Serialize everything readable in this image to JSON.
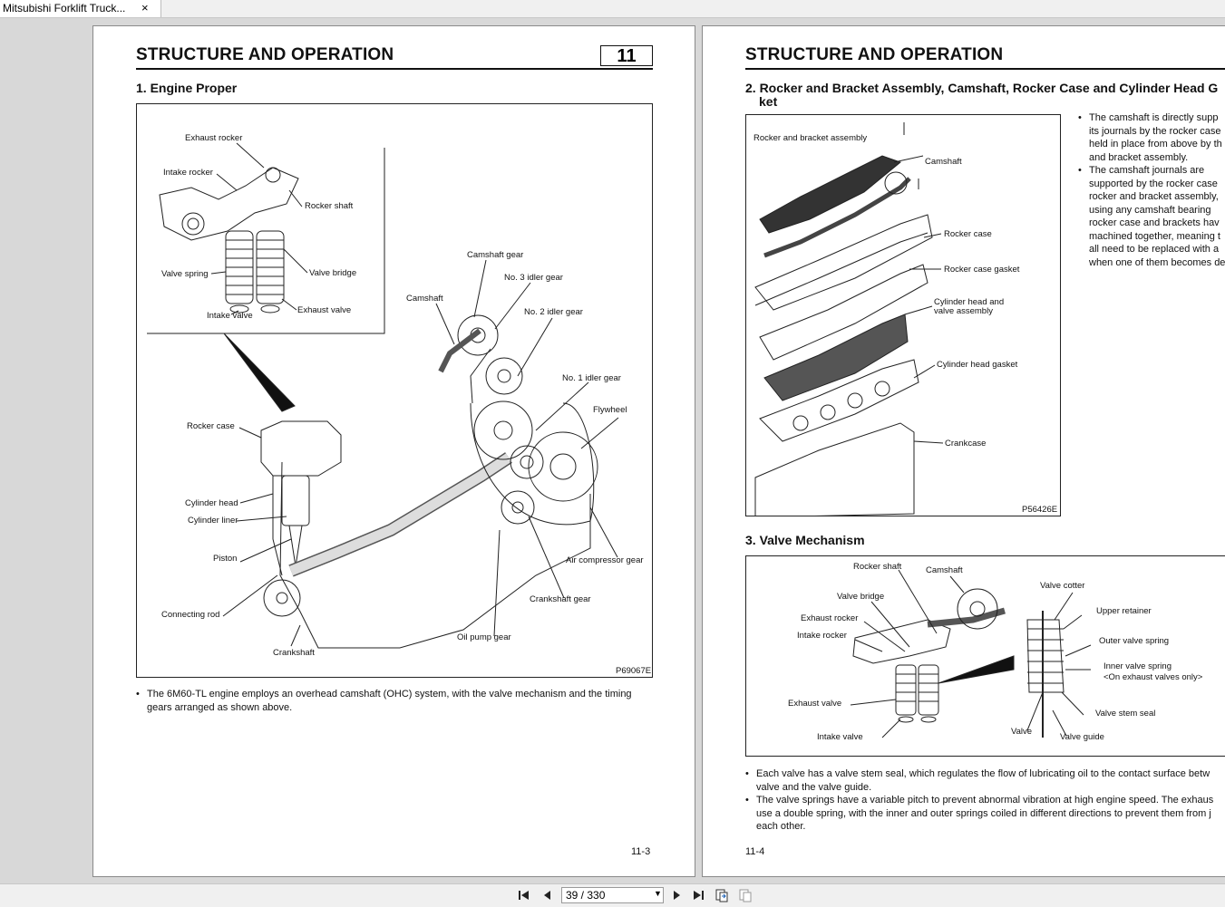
{
  "tab": {
    "title": "Mitsubishi Forklift Truck...",
    "close": "×"
  },
  "left": {
    "title": "STRUCTURE AND OPERATION",
    "section_no": "11",
    "heading": "1. Engine Proper",
    "labels": {
      "exhaust_rocker": "Exhaust rocker",
      "intake_rocker": "Intake rocker",
      "rocker_shaft": "Rocker shaft",
      "valve_spring": "Valve spring",
      "valve_bridge": "Valve bridge",
      "exhaust_valve": "Exhaust valve",
      "intake_valve": "Intake valve",
      "camshaft_gear": "Camshaft gear",
      "no3_idler": "No. 3 idler gear",
      "camshaft": "Camshaft",
      "no2_idler": "No. 2 idler gear",
      "no1_idler": "No. 1 idler gear",
      "flywheel": "Flywheel",
      "rocker_case": "Rocker case",
      "cylinder_head": "Cylinder head",
      "cylinder_liner": "Cylinder liner",
      "piston": "Piston",
      "connecting_rod": "Connecting rod",
      "crankshaft": "Crankshaft",
      "oil_pump_gear": "Oil pump gear",
      "crankshaft_gear": "Crankshaft gear",
      "air_compressor_gear": "Air compressor gear"
    },
    "fig_code": "P69067E",
    "text": "The 6M60-TL engine employs an overhead camshaft (OHC) system, with the valve mechanism and the timing gears arranged as shown above.",
    "page_number": "11-3"
  },
  "right": {
    "title": "STRUCTURE AND OPERATION",
    "heading2_line1": "2. Rocker and Bracket Assembly, Camshaft, Rocker Case and Cylinder Head G",
    "heading2_line2": "ket",
    "labels2": {
      "rocker_bracket": "Rocker and bracket assembly",
      "camshaft": "Camshaft",
      "rocker_case": "Rocker case",
      "rocker_case_gasket": "Rocker case gasket",
      "cyl_head_valve_1": "Cylinder head and",
      "cyl_head_valve_2": "valve assembly",
      "cyl_head_gasket": "Cylinder head gasket",
      "crankcase": "Crankcase"
    },
    "fig2_code": "P56426E",
    "side_bullets": [
      [
        "The camshaft is directly supp",
        "its journals by the rocker case",
        "held in place from above by th",
        "and bracket assembly."
      ],
      [
        "The camshaft journals are",
        "supported by the rocker case",
        "rocker and bracket assembly,",
        "using any camshaft bearing",
        "rocker case and brackets hav",
        "machined together, meaning t",
        "all need to be replaced with a",
        "when one of them becomes de"
      ]
    ],
    "heading3": "3. Valve Mechanism",
    "labels3": {
      "rocker_shaft": "Rocker shaft",
      "camshaft": "Camshaft",
      "valve_cotter": "Valve cotter",
      "valve_bridge": "Valve bridge",
      "upper_retainer": "Upper retainer",
      "exhaust_rocker": "Exhaust rocker",
      "intake_rocker": "Intake rocker",
      "outer_valve_spring": "Outer valve spring",
      "inner_valve_spring": "Inner valve spring",
      "on_exhaust": "<On exhaust valves only>",
      "exhaust_valve": "Exhaust valve",
      "valve_stem_seal": "Valve stem seal",
      "valve": "Valve",
      "intake_valve": "Intake  valve",
      "valve_guide": "Valve guide"
    },
    "bullets3": [
      [
        "Each valve has a valve stem seal, which regulates the flow of lubricating oil to the contact surface betw",
        "valve and the valve guide."
      ],
      [
        "The valve springs have a variable pitch to prevent abnormal vibration at high engine speed. The exhaus",
        "use a double spring, with the inner and outer springs coiled in different directions to prevent them from j",
        "each other."
      ]
    ],
    "page_number": "11-4"
  },
  "toolbar": {
    "page_indicator": "39 / 330"
  }
}
